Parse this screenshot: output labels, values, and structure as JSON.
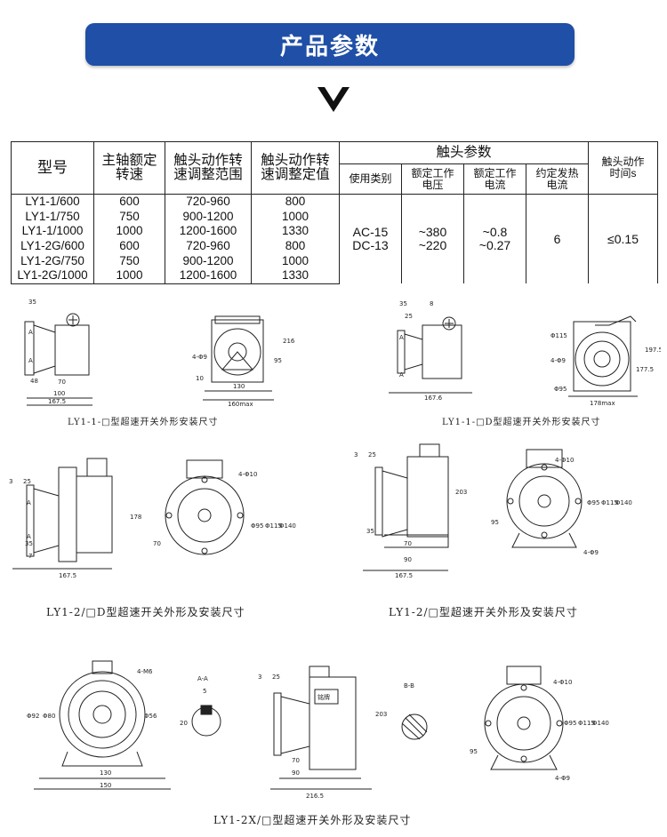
{
  "header": {
    "title": "产品参数"
  },
  "table": {
    "col_headers": {
      "model": "型号",
      "speed": [
        "主轴额定",
        "转速"
      ],
      "range": [
        "触头动作转",
        "速调整范围"
      ],
      "set": [
        "触头动作转",
        "速调整定值"
      ],
      "contact": "触头参数",
      "category": "使用类别",
      "voltage": [
        "额定工作",
        "电压"
      ],
      "current": [
        "额定工作",
        "电流"
      ],
      "heat": [
        "约定发热",
        "电流"
      ],
      "time": [
        "触头动作",
        "时间s"
      ]
    },
    "rows": [
      {
        "model": "LY1-1/600",
        "speed": "600",
        "range": "720-960",
        "set": "800"
      },
      {
        "model": "LY1-1/750",
        "speed": "750",
        "range": "900-1200",
        "set": "1000"
      },
      {
        "model": "LY1-1/1000",
        "speed": "1000",
        "range": "1200-1600",
        "set": "1330"
      },
      {
        "model": "LY1-2G/600",
        "speed": "600",
        "range": "720-960",
        "set": "800"
      },
      {
        "model": "LY1-2G/750",
        "speed": "750",
        "range": "900-1200",
        "set": "1000"
      },
      {
        "model": "LY1-2G/1000",
        "speed": "1000",
        "range": "1200-1600",
        "set": "1330"
      }
    ],
    "merged": {
      "category": [
        "AC-15",
        "DC-13"
      ],
      "voltage": [
        "~380",
        "~220"
      ],
      "current": [
        "~0.8",
        "~0.27"
      ],
      "heat": "6",
      "time": "≤0.15"
    }
  },
  "figures": {
    "f1": {
      "caption": "LY1-1-□型超速开关外形安装尺寸",
      "dims": [
        "35",
        "A",
        "A",
        "48",
        "70",
        "100",
        "167.5",
        "216",
        "95",
        "4-Φ9",
        "10",
        "130",
        "160max"
      ]
    },
    "f2": {
      "caption": "LY1-1-□D型超速开关外形安装尺寸",
      "dims": [
        "35",
        "8",
        "25",
        "A",
        "A",
        "167.6",
        "Φ115",
        "4-Φ9",
        "Φ95",
        "177.5",
        "197.5",
        "178max"
      ]
    },
    "f3": {
      "caption": "LY1-2/□D型超速开关外形及安装尺寸",
      "dims": [
        "3",
        "25",
        "A",
        "A",
        "35",
        "7",
        "167.5",
        "178",
        "4-Φ10",
        "Φ95",
        "Φ115",
        "Φ140",
        "70"
      ]
    },
    "f4": {
      "caption": "LY1-2/□型超速开关外形及安装尺寸",
      "dims": [
        "3",
        "25",
        "35",
        "203",
        "70",
        "90",
        "167.5",
        "4-Φ10",
        "Φ95",
        "Φ115",
        "Φ140",
        "95",
        "4-Φ9"
      ]
    },
    "f5": {
      "caption": "LY1-2X/□型超速开关外形及安装尺寸",
      "dims": [
        "4-M6",
        "Φ92",
        "Φ80",
        "Φ56",
        "130",
        "150",
        "A-A",
        "5",
        "20",
        "3",
        "25",
        "铭牌",
        "70",
        "90",
        "216.5",
        "203",
        "B-B",
        "4-Φ10",
        "Φ95",
        "Φ115",
        "Φ140",
        "95",
        "4-Φ9"
      ]
    }
  },
  "colors": {
    "banner": "#1f4fa6",
    "text": "#111111"
  }
}
